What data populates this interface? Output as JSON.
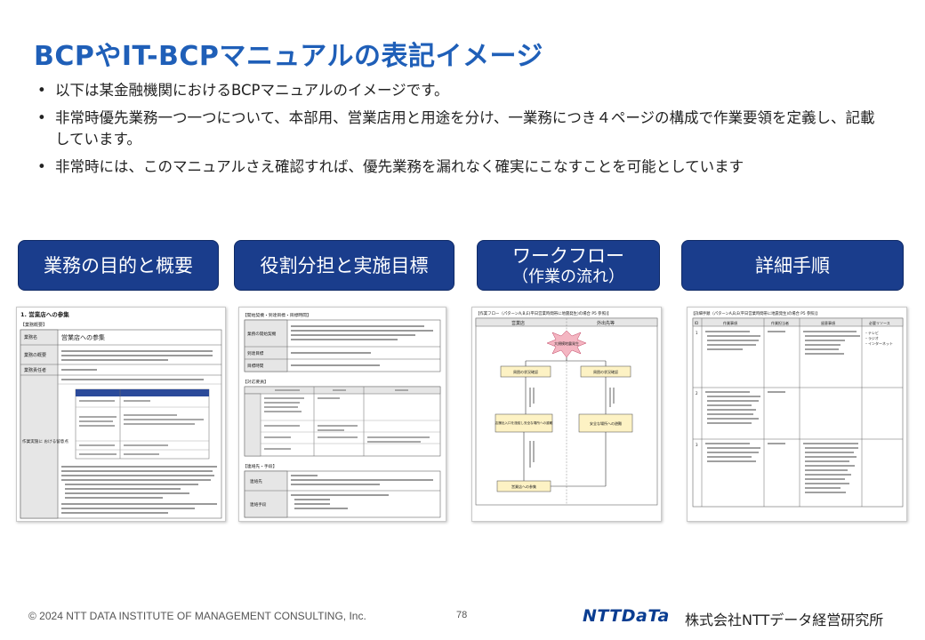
{
  "page": {
    "title": "BCPやIT-BCPマニュアルの表記イメージ",
    "bullets": [
      "以下は某金融機関におけるBCPマニュアルのイメージです。",
      "非常時優先業務一つ一つについて、本部用、営業店用と用途を分け、一業務につき４ページの構成で作業要領を定義し、記載しています。",
      "非常時には、このマニュアルさえ確認すれば、優先業務を漏れなく確実にこなすことを可能としています"
    ],
    "bullet_symbol": "•"
  },
  "tabs": {
    "purpose": "業務の目的と概要",
    "roles": "役割分担と実施目標",
    "workflow_line1": "ワークフロー",
    "workflow_line2": "（作業の流れ）",
    "detail": "詳細手順"
  },
  "thumb1": {
    "heading": "1. 営業店への参集",
    "section": "【業務概要】",
    "rows": [
      {
        "label": "業務名",
        "value": "営業店への参集"
      },
      {
        "label": "業務の概要",
        "value": ""
      },
      {
        "label": "業務責任者",
        "value": ""
      },
      {
        "label": "作業実施に おける留意点",
        "value": ""
      }
    ]
  },
  "thumb2": {
    "section1": "【開始契機・到達目標・目標時間】",
    "rows1": [
      "業務の開始契機",
      "到達目標",
      "目標時間"
    ],
    "section2": "【対応要員】",
    "section3": "【連絡先・手段】",
    "rows3": [
      "連絡先",
      "連絡手段"
    ]
  },
  "thumb3": {
    "title": "【作業フロー（パターンA,B,E(平日営業時間帯に地震発生)の場合 P5 参照)】",
    "col1": "営業店",
    "col2": "外出先等",
    "event": "大規模地震発生",
    "boxes": [
      "周囲の状況確認",
      "周囲の状況確認",
      "店舗出入口を施錠し安全な場所への避難",
      "安全な場所への避難",
      "営業店への参集"
    ]
  },
  "thumb4": {
    "title": "【詳細手順（パターンA,B,E(平日営業時間帯に地震発生)の場合 P5 参照)】",
    "headers": [
      "ID",
      "作業事項",
      "作業担当者",
      "留意事項",
      "必要リソース"
    ],
    "ids": [
      "1",
      "2",
      "3"
    ],
    "resources": [
      "・テレビ",
      "・ラジオ",
      "・インターネット"
    ]
  },
  "footer": {
    "copyright": "© 2024 NTT DATA INSTITUTE OF MANAGEMENT CONSULTING, Inc.",
    "page_number": "78",
    "logo_text": "NTTDaTa",
    "company": "株式会社NTTデータ経営研究所"
  },
  "colors": {
    "title": "#1f5fb8",
    "tab_fill": "#1a3d8c",
    "table_header": "#2b4a9a",
    "table_label": "#e6e6e6"
  }
}
